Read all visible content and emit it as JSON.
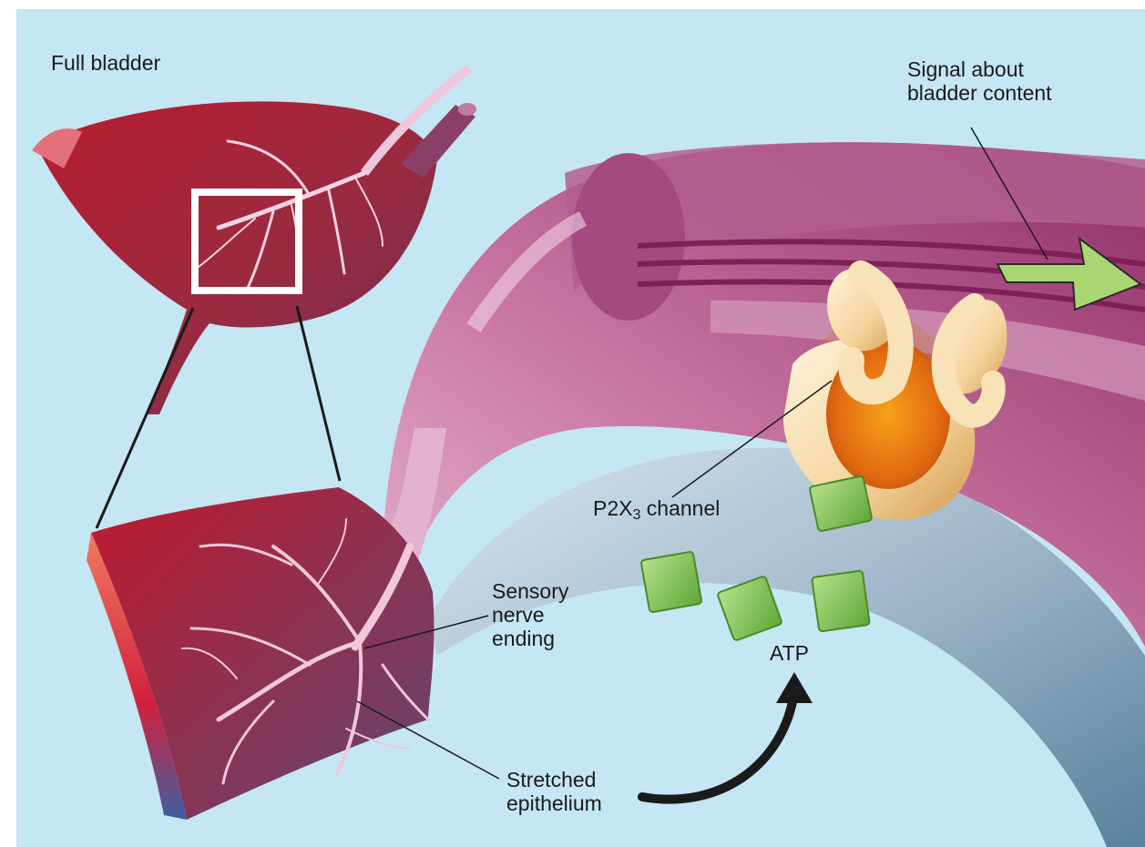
{
  "labels": {
    "full_bladder": "Full bladder",
    "signal_line1": "Signal about",
    "signal_line2": "bladder content",
    "channel_prefix": "P2X",
    "channel_subscript": "3",
    "channel_suffix": " channel",
    "sensory_line1": "Sensory",
    "sensory_line2": "nerve",
    "sensory_line3": "ending",
    "atp": "ATP",
    "stretched_line1": "Stretched",
    "stretched_line2": "epithelium"
  },
  "colors": {
    "background": "#c5e6f3",
    "bladder_wall": "#a52a3c",
    "nerve": "#f0c8d8",
    "nerve_tissue": "#c46a97",
    "epithelium": "#8da4b8",
    "atp": "#7cc04b",
    "signal_arrow": "#a9d673",
    "channel_ring": "#f7d9a8",
    "channel_core": "#e07a10"
  }
}
